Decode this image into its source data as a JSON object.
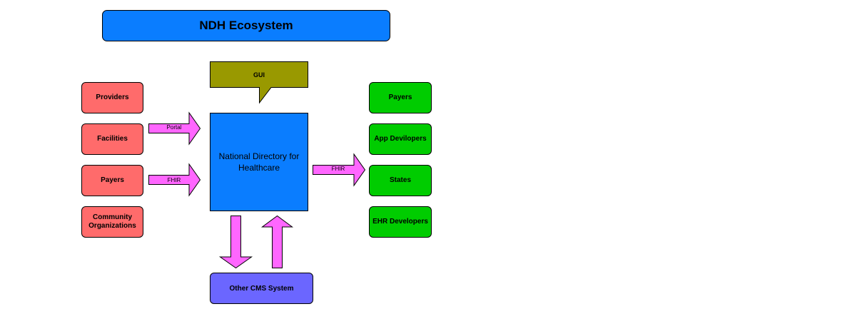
{
  "diagram": {
    "title": "NDH Ecosystem",
    "gui_label": "GUI",
    "center_label": "National Directory for Healthcare",
    "sources": [
      {
        "label": "Providers"
      },
      {
        "label": "Facilities"
      },
      {
        "label": "Payers"
      },
      {
        "label": "Community Organizations"
      }
    ],
    "destinations": [
      {
        "label": "Payers"
      },
      {
        "label": "App Devilopers"
      },
      {
        "label": "States"
      },
      {
        "label": "EHR Developers"
      }
    ],
    "arrows": {
      "portal_label": "Portal",
      "fhir_in_label": "FHIR",
      "fhir_out_label": "FHIR"
    },
    "cms_label": "Other CMS System",
    "colors": {
      "title_fill": "#0a7dff",
      "source_fill": "#ff6b6b",
      "destination_fill": "#00cc00",
      "center_fill": "#0a7dff",
      "gui_fill": "#999900",
      "arrow_fill": "#ff66ff",
      "cms_fill": "#6b66ff"
    }
  }
}
